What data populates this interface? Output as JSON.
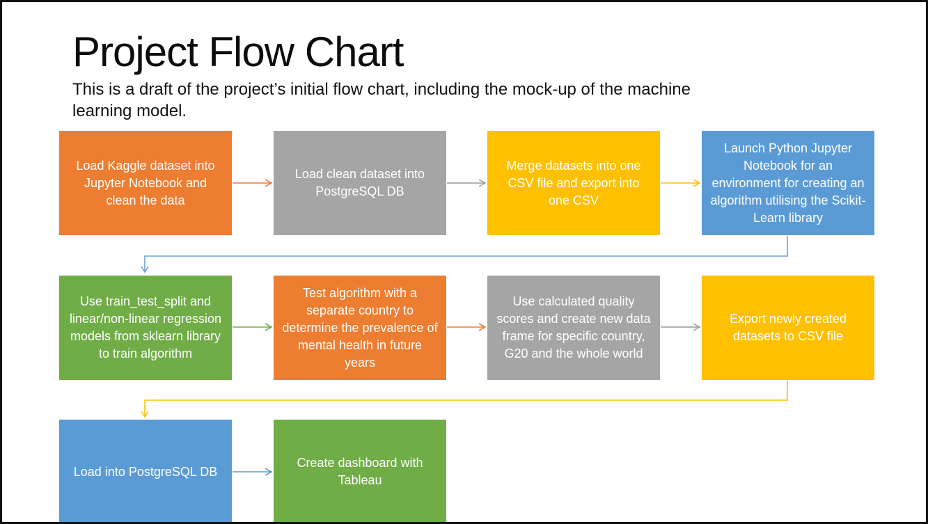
{
  "slide": {
    "title": "Project Flow Chart",
    "subtitle_line1": "This is a draft of the project’s initial flow chart, including the mock-up of the machine",
    "subtitle_line2": "learning model."
  },
  "colors": {
    "orange": "#ED7D31",
    "gray": "#A5A5A5",
    "yellow": "#FFC000",
    "blue": "#5B9BD5",
    "green": "#70AD47",
    "connector_blue_elbow": "#6FA0D4",
    "text_on_node": "#FFFFFF",
    "heading_text": "#0D0D0D",
    "frame_border": "#111111"
  },
  "flowchart": {
    "nodes": [
      {
        "id": "step-1",
        "color": "orange",
        "label": "Load Kaggle dataset into Jupyter Notebook and clean the data"
      },
      {
        "id": "step-2",
        "color": "gray",
        "label": "Load clean dataset into PostgreSQL DB"
      },
      {
        "id": "step-3",
        "color": "yellow",
        "label": "Merge datasets into one CSV file and export into one CSV"
      },
      {
        "id": "step-4",
        "color": "blue",
        "label": "Launch Python Jupyter Notebook for an environment for creating an algorithm utilising the Scikit-Learn library"
      },
      {
        "id": "step-5",
        "color": "green",
        "label": "Use train_test_split and linear/non-linear regression models from sklearn library to train algorithm"
      },
      {
        "id": "step-6",
        "color": "orange",
        "label": "Test algorithm with a separate country to determine the prevalence of mental health in future years"
      },
      {
        "id": "step-7",
        "color": "gray",
        "label": "Use calculated quality scores and create new data frame for specific country, G20 and the whole world"
      },
      {
        "id": "step-8",
        "color": "yellow",
        "label": "Export newly created datasets to CSV file"
      },
      {
        "id": "step-9",
        "color": "blue",
        "label": "Load into PostgreSQL DB"
      },
      {
        "id": "step-10",
        "color": "green",
        "label": "Create dashboard with Tableau"
      }
    ],
    "connectors": [
      {
        "from": "step-1",
        "to": "step-2",
        "type": "straight-right",
        "color": "#ED7D31"
      },
      {
        "from": "step-2",
        "to": "step-3",
        "type": "straight-right",
        "color": "#999999"
      },
      {
        "from": "step-3",
        "to": "step-4",
        "type": "straight-right",
        "color": "#FFC000"
      },
      {
        "from": "step-4",
        "to": "step-5",
        "type": "elbow-down-left-down",
        "color": "#6FA0D4"
      },
      {
        "from": "step-5",
        "to": "step-6",
        "type": "straight-right",
        "color": "#70AD47"
      },
      {
        "from": "step-6",
        "to": "step-7",
        "type": "straight-right",
        "color": "#ED7D31"
      },
      {
        "from": "step-7",
        "to": "step-8",
        "type": "straight-right",
        "color": "#999999"
      },
      {
        "from": "step-8",
        "to": "step-9",
        "type": "elbow-down-left-down",
        "color": "#FFC000"
      },
      {
        "from": "step-9",
        "to": "step-10",
        "type": "straight-right",
        "color": "#5B9BD5"
      }
    ]
  }
}
